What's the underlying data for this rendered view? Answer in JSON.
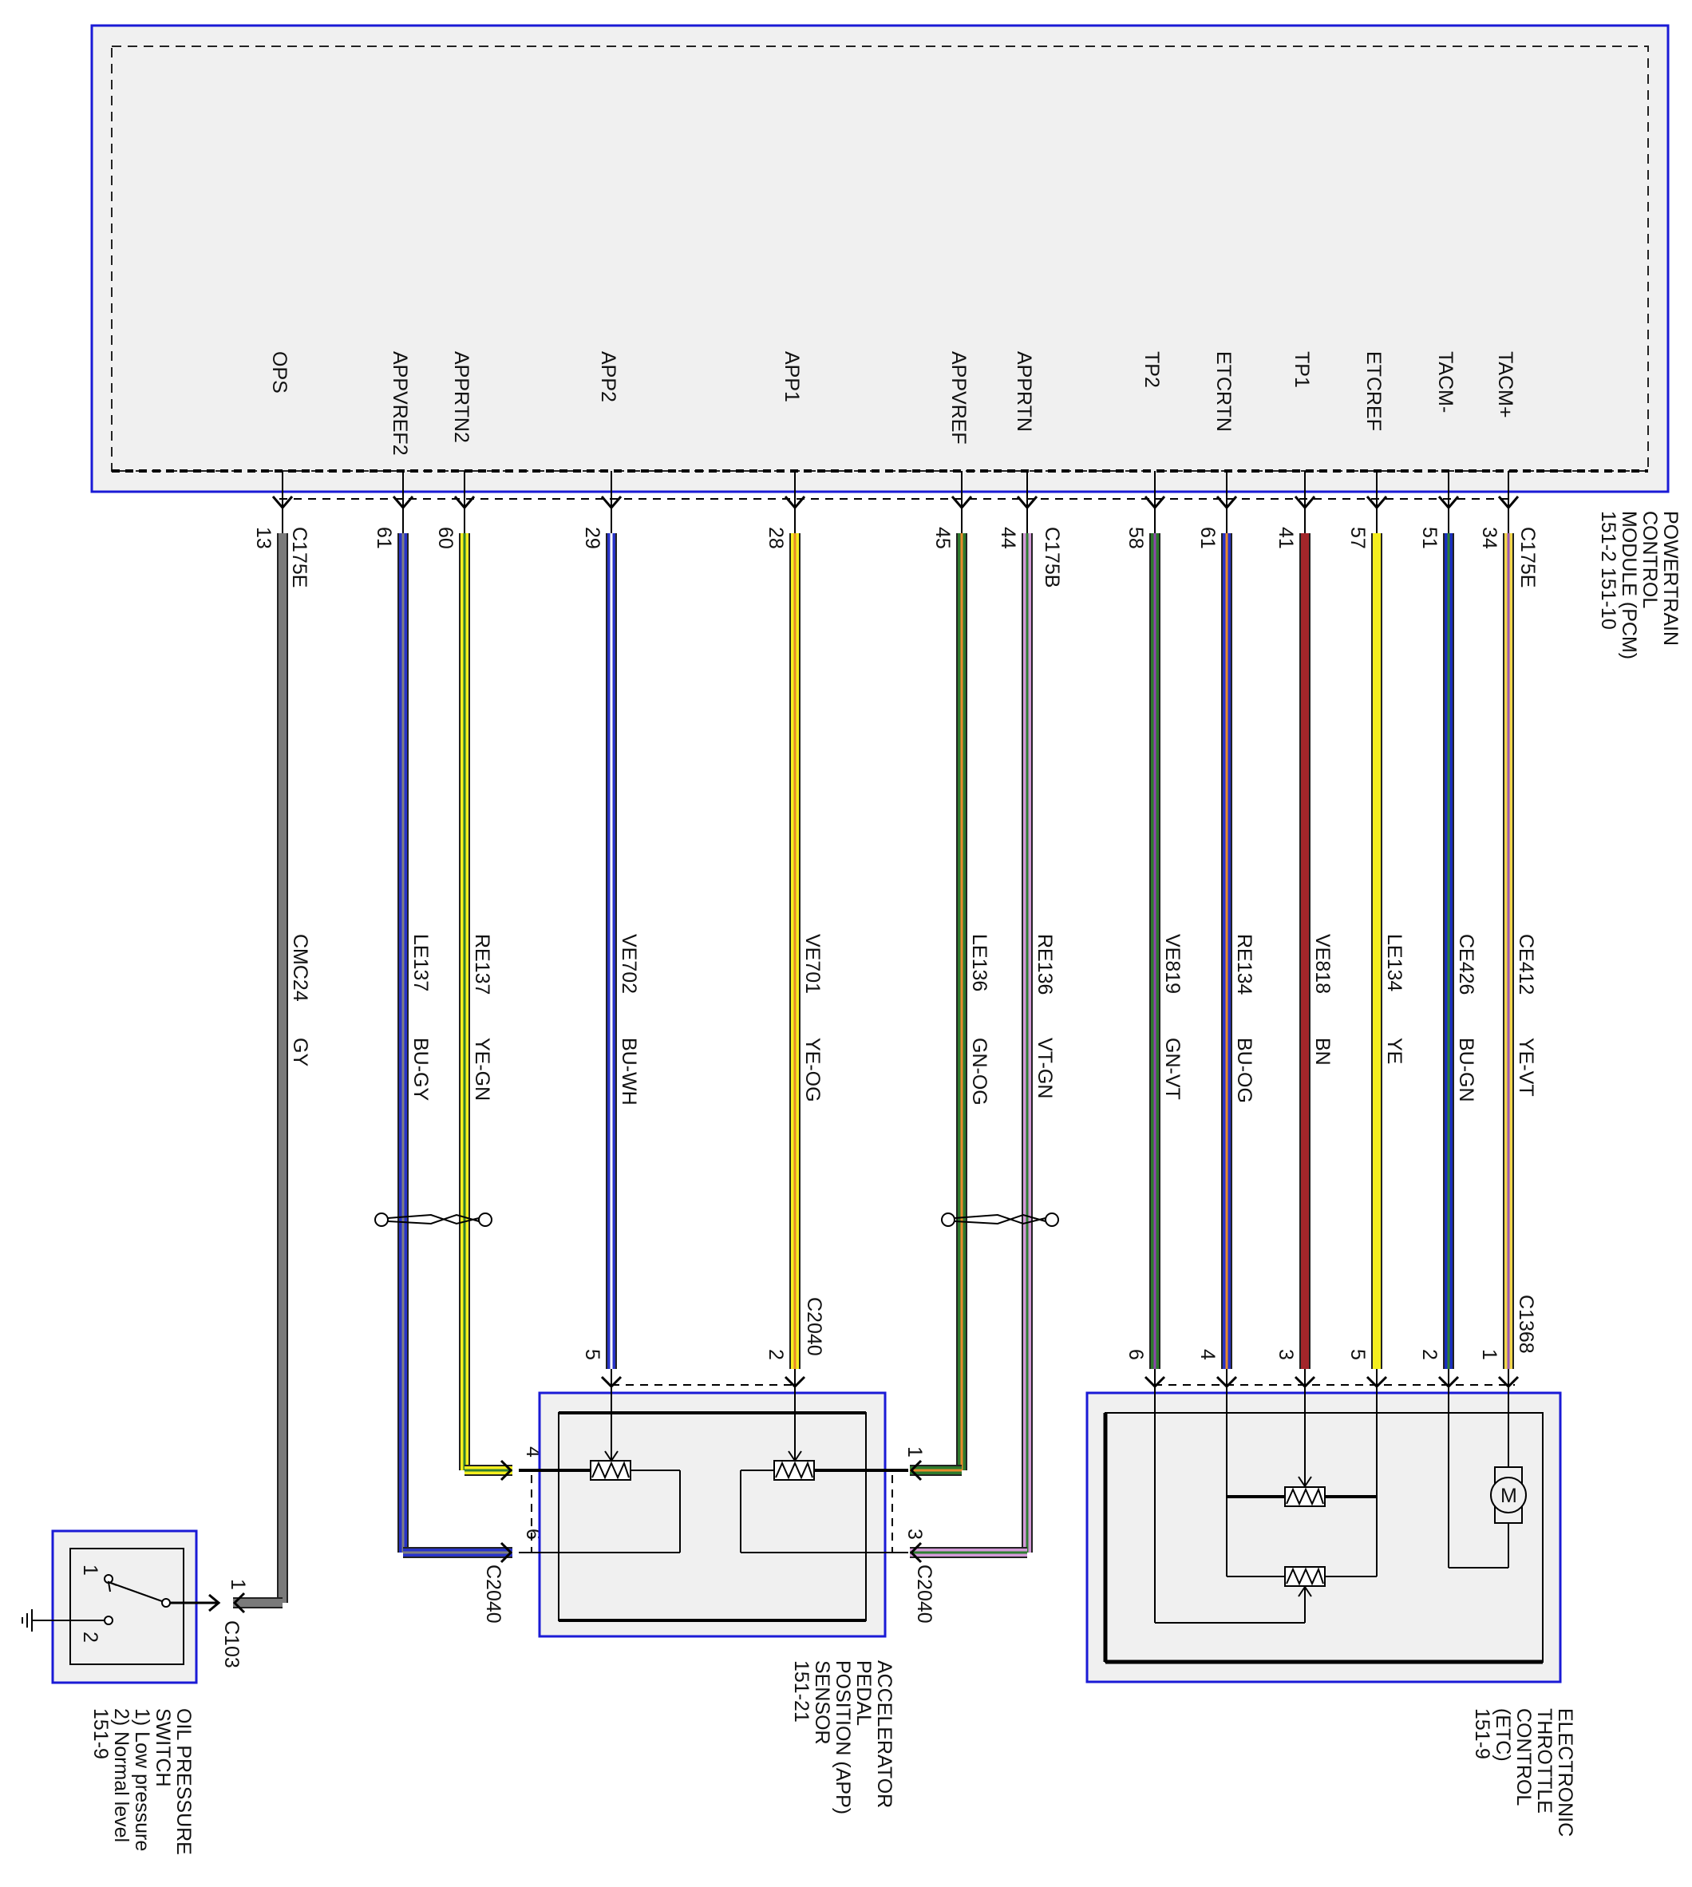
{
  "pcm": {
    "name_lines": [
      "POWERTRAIN",
      "CONTROL",
      "MODULE (PCM)",
      "151-2    151-10"
    ],
    "connectors": {
      "c175e": "C175E",
      "c175b": "C175B"
    }
  },
  "wires": [
    {
      "id": "tacm_plus",
      "signal": "TACM+",
      "pin": "34",
      "circuit": "CE412",
      "color": "YE-VT",
      "dev_pin": "1",
      "stripe": [
        "#f1d64a",
        "#9b59b6"
      ]
    },
    {
      "id": "tacm_minus",
      "signal": "TACM-",
      "pin": "51",
      "circuit": "CE426",
      "color": "BU-GN",
      "dev_pin": "2",
      "stripe": [
        "#1a2ec0",
        "#2e7d32"
      ]
    },
    {
      "id": "etcref",
      "signal": "ETCREF",
      "pin": "57",
      "circuit": "LE134",
      "color": "YE",
      "dev_pin": "5",
      "stripe": [
        "#f5ee1e",
        "#f5ee1e"
      ]
    },
    {
      "id": "tp1",
      "signal": "TP1",
      "pin": "41",
      "circuit": "VE818",
      "color": "BN",
      "dev_pin": "3",
      "stripe": [
        "#a3262a",
        "#a3262a"
      ]
    },
    {
      "id": "etcrtn",
      "signal": "ETCRTN",
      "pin": "61",
      "circuit": "RE134",
      "color": "BU-OG",
      "dev_pin": "4",
      "stripe": [
        "#2833c8",
        "#e8892a"
      ]
    },
    {
      "id": "tp2",
      "signal": "TP2",
      "pin": "58",
      "circuit": "VE819",
      "color": "GN-VT",
      "dev_pin": "6",
      "stripe": [
        "#2d7a2d",
        "#8e44ad"
      ]
    },
    {
      "id": "apprtn",
      "signal": "APPRTN",
      "pin": "44",
      "circuit": "RE136",
      "color": "VT-GN",
      "dev_pin": "3",
      "stripe": [
        "#d49ad8",
        "#2e7d32"
      ]
    },
    {
      "id": "appvref",
      "signal": "APPVREF",
      "pin": "45",
      "circuit": "LE136",
      "color": "GN-OG",
      "dev_pin": "1",
      "stripe": [
        "#2d7a2d",
        "#e8892a"
      ]
    },
    {
      "id": "app1",
      "signal": "APP1",
      "pin": "28",
      "circuit": "VE701",
      "color": "YE-OG",
      "dev_pin": "2",
      "stripe": [
        "#f5ee1e",
        "#e8892a"
      ]
    },
    {
      "id": "app2",
      "signal": "APP2",
      "pin": "29",
      "circuit": "VE702",
      "color": "BU-WH",
      "dev_pin": "5",
      "stripe": [
        "#2833c8",
        "#ffffff"
      ]
    },
    {
      "id": "apprtn2",
      "signal": "APPRTN2",
      "pin": "60",
      "circuit": "RE137",
      "color": "YE-GN",
      "dev_pin": "4",
      "stripe": [
        "#f5ee1e",
        "#2e7d32"
      ]
    },
    {
      "id": "appvref2",
      "signal": "APPVREF2",
      "pin": "61",
      "circuit": "LE137",
      "color": "BU-GY",
      "dev_pin": "6",
      "stripe": [
        "#2833c8",
        "#7f7f7f"
      ]
    },
    {
      "id": "ops",
      "signal": "OPS",
      "pin": "13",
      "circuit": "CMC24",
      "color": "GY",
      "dev_pin": "1",
      "stripe": [
        "#7a7a7a",
        "#7a7a7a"
      ]
    }
  ],
  "etc": {
    "name_lines": [
      "ELECTRONIC",
      "THROTTLE",
      "CONTROL",
      "(ETC)",
      "151-9"
    ],
    "connector": "C1368"
  },
  "app_sensor": {
    "name_lines": [
      "ACCELERATOR",
      "PEDAL",
      "POSITION (APP)",
      "SENSOR",
      "151-21"
    ],
    "connector": "C2040"
  },
  "ops_switch": {
    "name_lines": [
      "OIL PRESSURE",
      "SWITCH",
      "1) Low pressure",
      "2) Normal level",
      "151-9"
    ],
    "connector": "C103",
    "pos1": "1",
    "pos2": "2"
  },
  "motor_label": "M",
  "colors": {
    "module_border": "#1a1ad6",
    "module_fill": "#f0f0f0"
  }
}
